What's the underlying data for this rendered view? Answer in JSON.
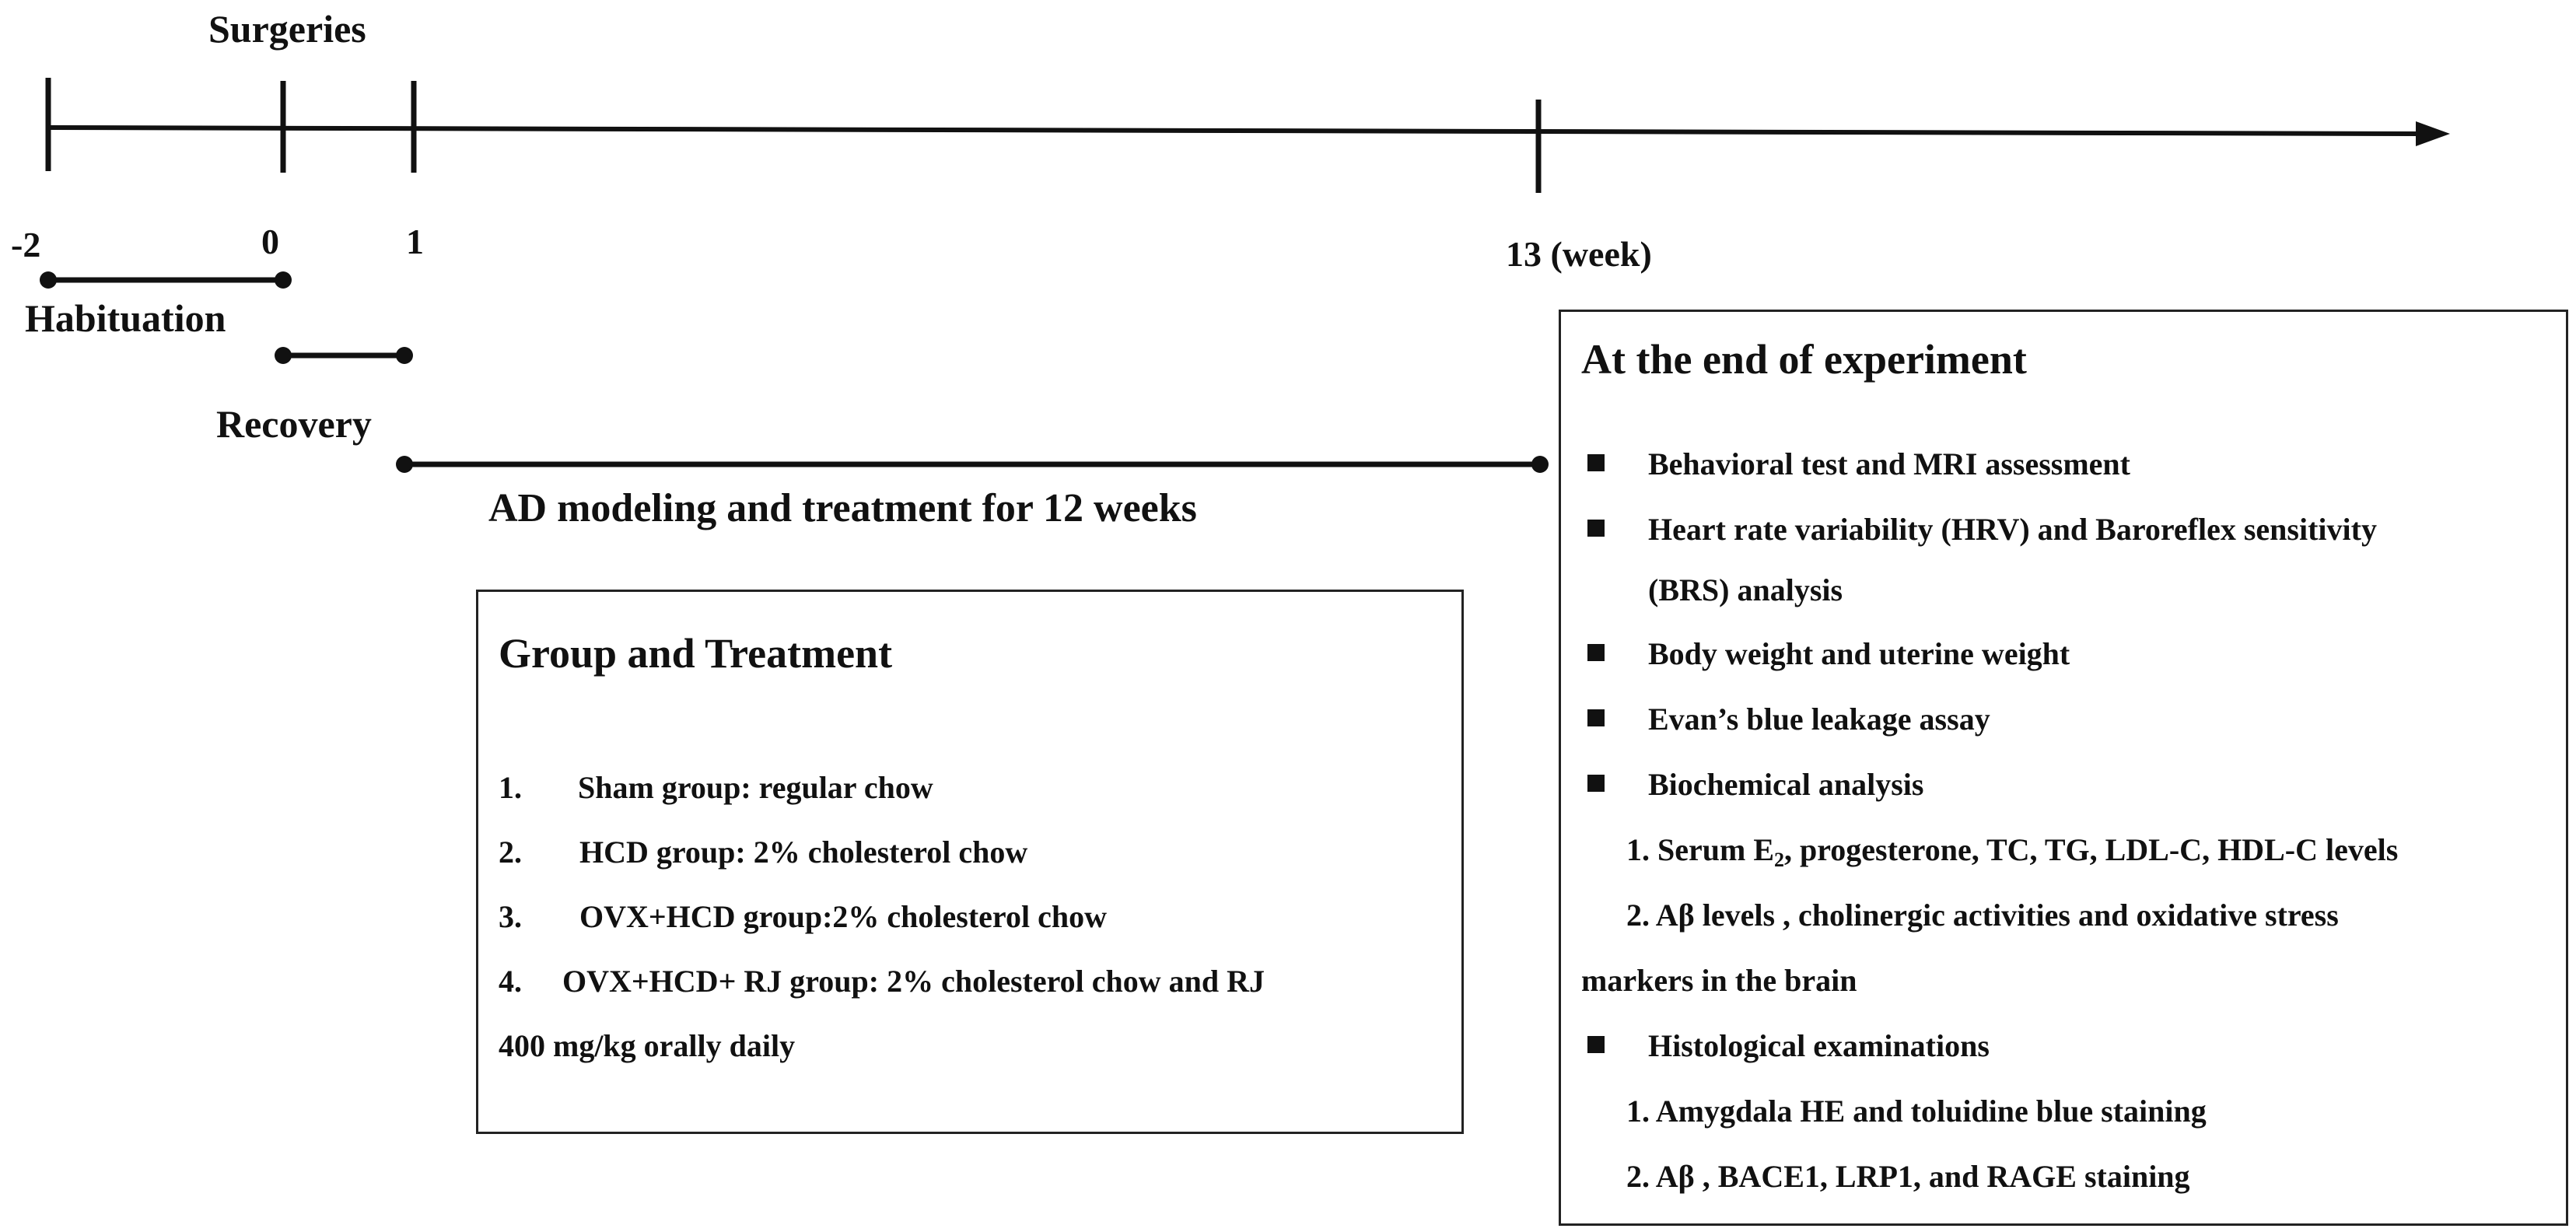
{
  "header": {
    "surgeries": "Surgeries"
  },
  "timeline": {
    "ticks": [
      {
        "label": "-2"
      },
      {
        "label": "0"
      },
      {
        "label": "1"
      },
      {
        "label": "13 (week)"
      }
    ],
    "phases": {
      "habituation": "Habituation",
      "recovery": "Recovery",
      "modeling": "AD modeling and treatment for 12 weeks"
    }
  },
  "group_box": {
    "title": "Group and Treatment",
    "items": [
      {
        "num": "1.",
        "text": "Sham group: regular chow"
      },
      {
        "num": "2.",
        "text": "HCD group: 2% cholesterol chow"
      },
      {
        "num": "3.",
        "text": "OVX+HCD group:2% cholesterol chow"
      },
      {
        "num": "4.",
        "text": "OVX+HCD+ RJ group: 2% cholesterol chow and  RJ"
      }
    ],
    "item4_cont": "400 mg/kg orally daily"
  },
  "end_box": {
    "title": "At the end of experiment",
    "bullets": {
      "behavioral": "Behavioral test and MRI assessment",
      "hrv_line1": "Heart rate variability (HRV) and  Baroreflex sensitivity",
      "hrv_line2": "(BRS) analysis",
      "weight": "Body weight and uterine weight",
      "evans": "Evan’s blue leakage assay",
      "biochem": "Biochemical analysis",
      "histo": "Histological examinations"
    },
    "biochem_sub1_pre": "1. Serum E",
    "biochem_sub1_subscript": "2",
    "biochem_sub1_post": ", progesterone, TC, TG, LDL-C, HDL-C levels",
    "biochem_sub2_line1": "2. Aβ levels , cholinergic activities and oxidative stress",
    "biochem_sub2_line2": "markers in the brain",
    "histo_sub1": "1. Amygdala HE and toluidine blue staining",
    "histo_sub2": "2. Aβ , BACE1, LRP1, and RAGE staining"
  }
}
